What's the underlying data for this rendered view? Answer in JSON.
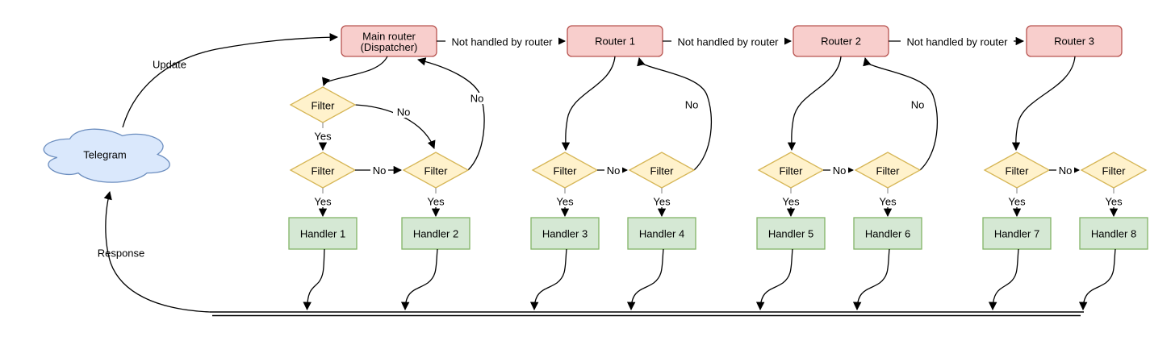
{
  "nodes": {
    "telegram": "Telegram",
    "main_router": {
      "line1": "Main router",
      "line2": "(Dispatcher)"
    },
    "routers": [
      "Router 1",
      "Router 2",
      "Router 3"
    ],
    "handlers": [
      "Handler 1",
      "Handler 2",
      "Handler 3",
      "Handler 4",
      "Handler 5",
      "Handler 6",
      "Handler 7",
      "Handler 8"
    ]
  },
  "labels": {
    "filter": "Filter",
    "yes": "Yes",
    "no": "No",
    "not_handled": "Not handled by router",
    "update": "Update",
    "response": "Response"
  },
  "colors": {
    "router_fill": "#f8cecc",
    "router_stroke": "#b85450",
    "filter_fill": "#fff2cc",
    "filter_stroke": "#d6b656",
    "handler_fill": "#d5e8d4",
    "handler_stroke": "#82b366",
    "cloud_fill": "#dae8fc",
    "cloud_stroke": "#6c8ebf",
    "edge": "#000000",
    "yes_stub": "#9e9e9e"
  }
}
